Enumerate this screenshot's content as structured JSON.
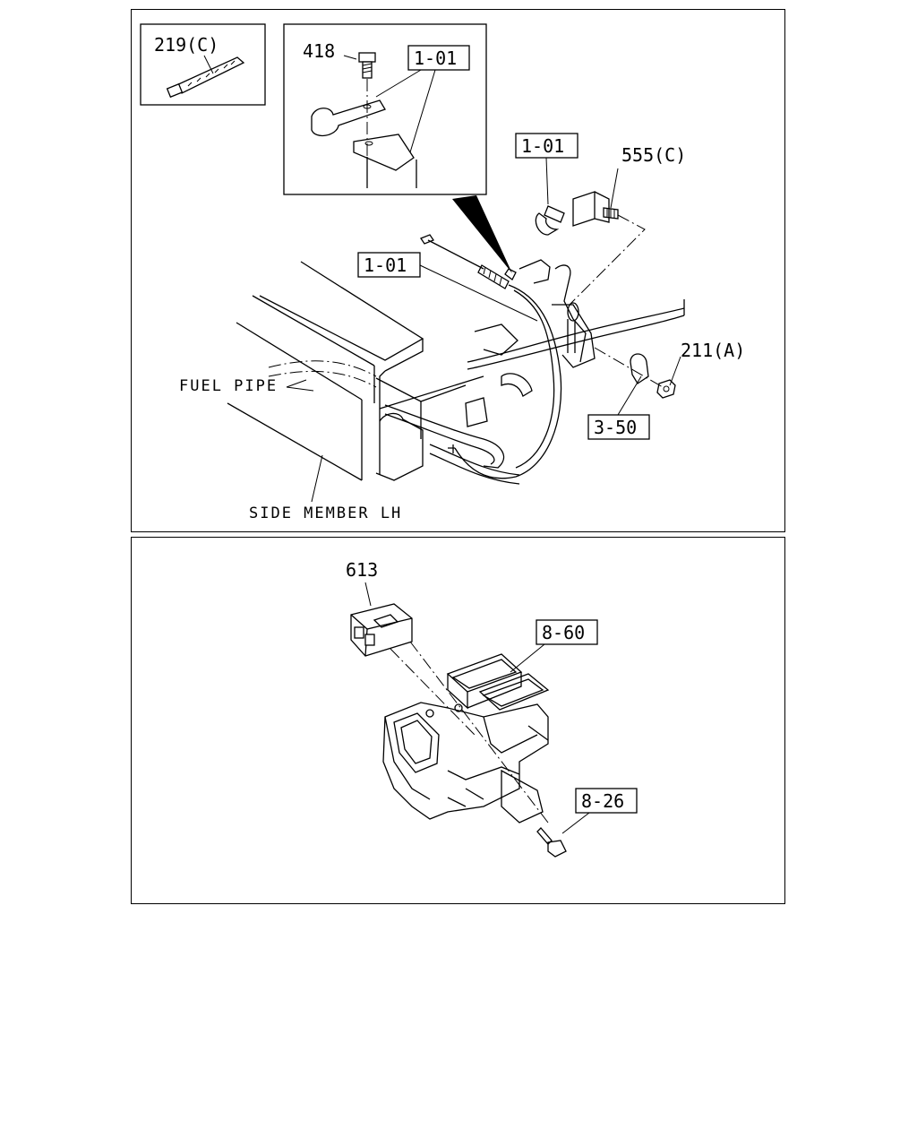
{
  "diagram": {
    "top_panel": {
      "inset_tie": {
        "label": "219(C)"
      },
      "inset_clip": {
        "bolt_label": "418",
        "clip_label": "1-01"
      },
      "callouts": {
        "clip_upper": "1-01",
        "clip_cable": "1-01",
        "bolt": "555(C)",
        "nut": "211(A)",
        "clamp": "3-50"
      },
      "text_labels": {
        "fuel_pipe": "FUEL PIPE",
        "side_member": "SIDE MEMBER LH"
      }
    },
    "bottom_panel": {
      "callouts": {
        "amplifier": "613",
        "heater_unit": "8-60",
        "screw": "8-26"
      }
    }
  }
}
